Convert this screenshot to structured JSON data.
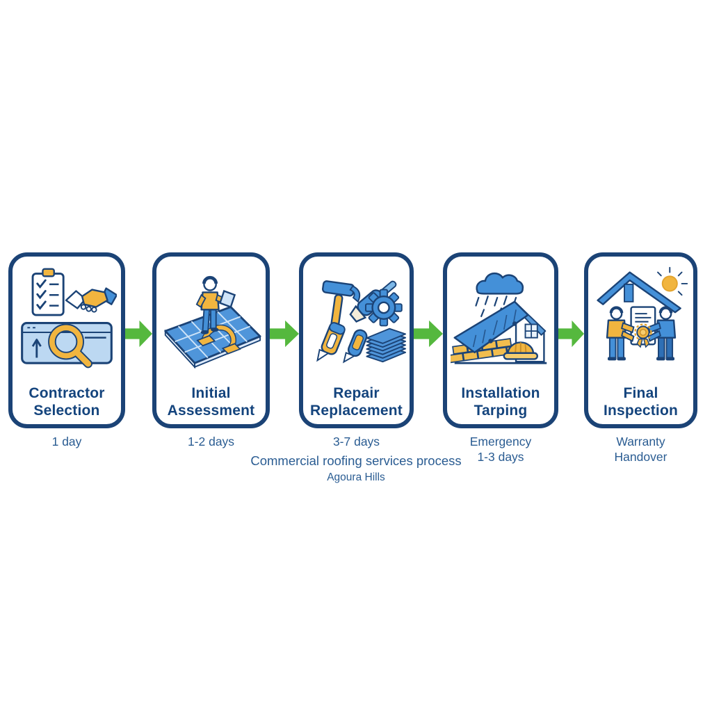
{
  "diagram": {
    "caption_line1": "Commercial roofing services process",
    "caption_line2": "Agoura Hills"
  },
  "steps": [
    {
      "title_line1": "Contractor",
      "title_line2": "Selection",
      "duration_line1": "1 day",
      "duration_line2": "",
      "icon": "checklist-handshake-search-icon"
    },
    {
      "title_line1": "Initial",
      "title_line2": "Assessment",
      "duration_line1": "1-2 days",
      "duration_line2": "",
      "icon": "inspector-on-roof-icon"
    },
    {
      "title_line1": "Repair",
      "title_line2": "Replacement",
      "duration_line1": "3-7 days",
      "duration_line2": "",
      "icon": "tools-and-shingles-icon"
    },
    {
      "title_line1": "Installation",
      "title_line2": "Tarping",
      "duration_line1": "Emergency",
      "duration_line2": "1-3 days",
      "icon": "rain-tarp-house-icon"
    },
    {
      "title_line1": "Final",
      "title_line2": "Inspection",
      "duration_line1": "Warranty",
      "duration_line2": "Handover",
      "icon": "certificate-handover-icon"
    }
  ],
  "colors": {
    "card_border": "#1b4376",
    "title_text": "#14447d",
    "secondary_text": "#2a5c92",
    "arrow_green": "#55b83e",
    "icon_blue": "#4490d8",
    "icon_yellow": "#f1b53f",
    "icon_light_blue": "#bcd8f2"
  }
}
